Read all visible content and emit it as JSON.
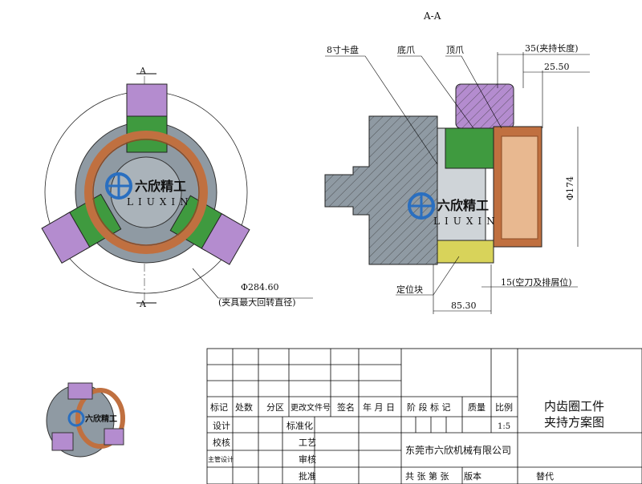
{
  "section_label": "A-A",
  "section_marks": [
    "A",
    "A"
  ],
  "callouts": {
    "chuck": "8寸卡盘",
    "base_jaw": "底爪",
    "top_jaw": "顶爪",
    "locating_block": "定位块"
  },
  "dimensions": {
    "clamp_length": "35(夹持长度)",
    "d1": "25.50",
    "diameter": "Φ174",
    "relief": "15(空刀及排屑位)",
    "length": "85.30",
    "swing_diameter": "Φ284.60",
    "swing_note": "(夹具最大回转直径)"
  },
  "logo": {
    "cn": "六欣精工",
    "en": "LIUXIN"
  },
  "title_block": {
    "header": [
      "标记",
      "处数",
      "分区",
      "更改文件号",
      "签名",
      "年 月 日"
    ],
    "roles": [
      "设计",
      "校核",
      "主管设计"
    ],
    "approvals": [
      "标准化",
      "工艺",
      "审核",
      "批准"
    ],
    "stage_header": [
      "阶 段 标 记",
      "质量",
      "比例"
    ],
    "scale": "1:5",
    "title_line1": "内齿圈工件",
    "title_line2": "夹持方案图",
    "company": "东莞市六欣机械有限公司",
    "sheets": "共 张 第 张",
    "version": "版本",
    "replace": "替代"
  },
  "colors": {
    "jaw": "#b48ccf",
    "base": "#3f9a3f",
    "ring": "#c07040",
    "body": "#8f9aa3",
    "logo": "#2a6fc0"
  }
}
